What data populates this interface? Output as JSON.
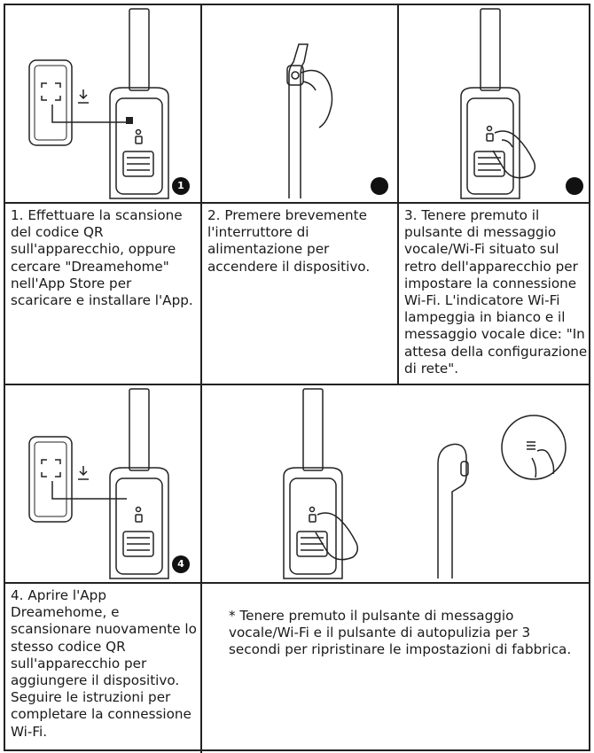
{
  "steps": [
    {
      "number": "1",
      "text": "1. Effettuare la scansione\ndel codice QR\nsull'apparecchio, oppure\ncercare \"Dreamehome\"\nnell'App Store per\nscaricare e installare l'App."
    },
    {
      "number": "",
      "text": "2. Premere brevemente\nl'interruttore di\nalimentazione per\naccendere il dispositivo."
    },
    {
      "number": "",
      "text": "3. Tenere premuto il\npulsante di messaggio\nvocale/Wi-Fi situato sul\nretro dell'apparecchio per\nimpostare la connessione\nWi-Fi. L'indicatore Wi-Fi\nlampeggia in bianco e il\nmessaggio vocale dice: \"In\nattesa della configurazione\ndi rete\"."
    },
    {
      "number": "4",
      "text": "4. Aprire l'App\nDreamehome, e\nscansionare nuovamente lo\nstesso codice QR\nsull'apparecchio per\naggiungere il dispositivo.\nSeguire le istruzioni per\ncompletare la connessione\nWi-Fi."
    }
  ],
  "reset_note": "* Tenere premuto il pulsante di messaggio\nvocale/Wi-Fi e il pulsante di autopulizia per 3\nsecondi per ripristinare le impostazioni di fabbrica."
}
